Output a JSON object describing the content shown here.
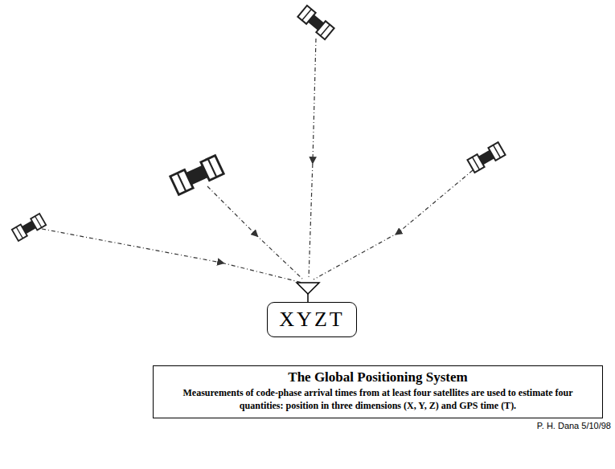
{
  "diagram": {
    "nodes": [
      {
        "text": [
          "XYZT"
        ]
      },
      {
        "text": [
          "The Global Positioning System",
          "Measurements of code-phase arrival times from at least four satellites are used to estimate four quantities: position in three dimensions (X, Y, Z) and GPS time (T)."
        ]
      }
    ],
    "labels": [
      "P. H. Dana 5/10/98"
    ]
  }
}
